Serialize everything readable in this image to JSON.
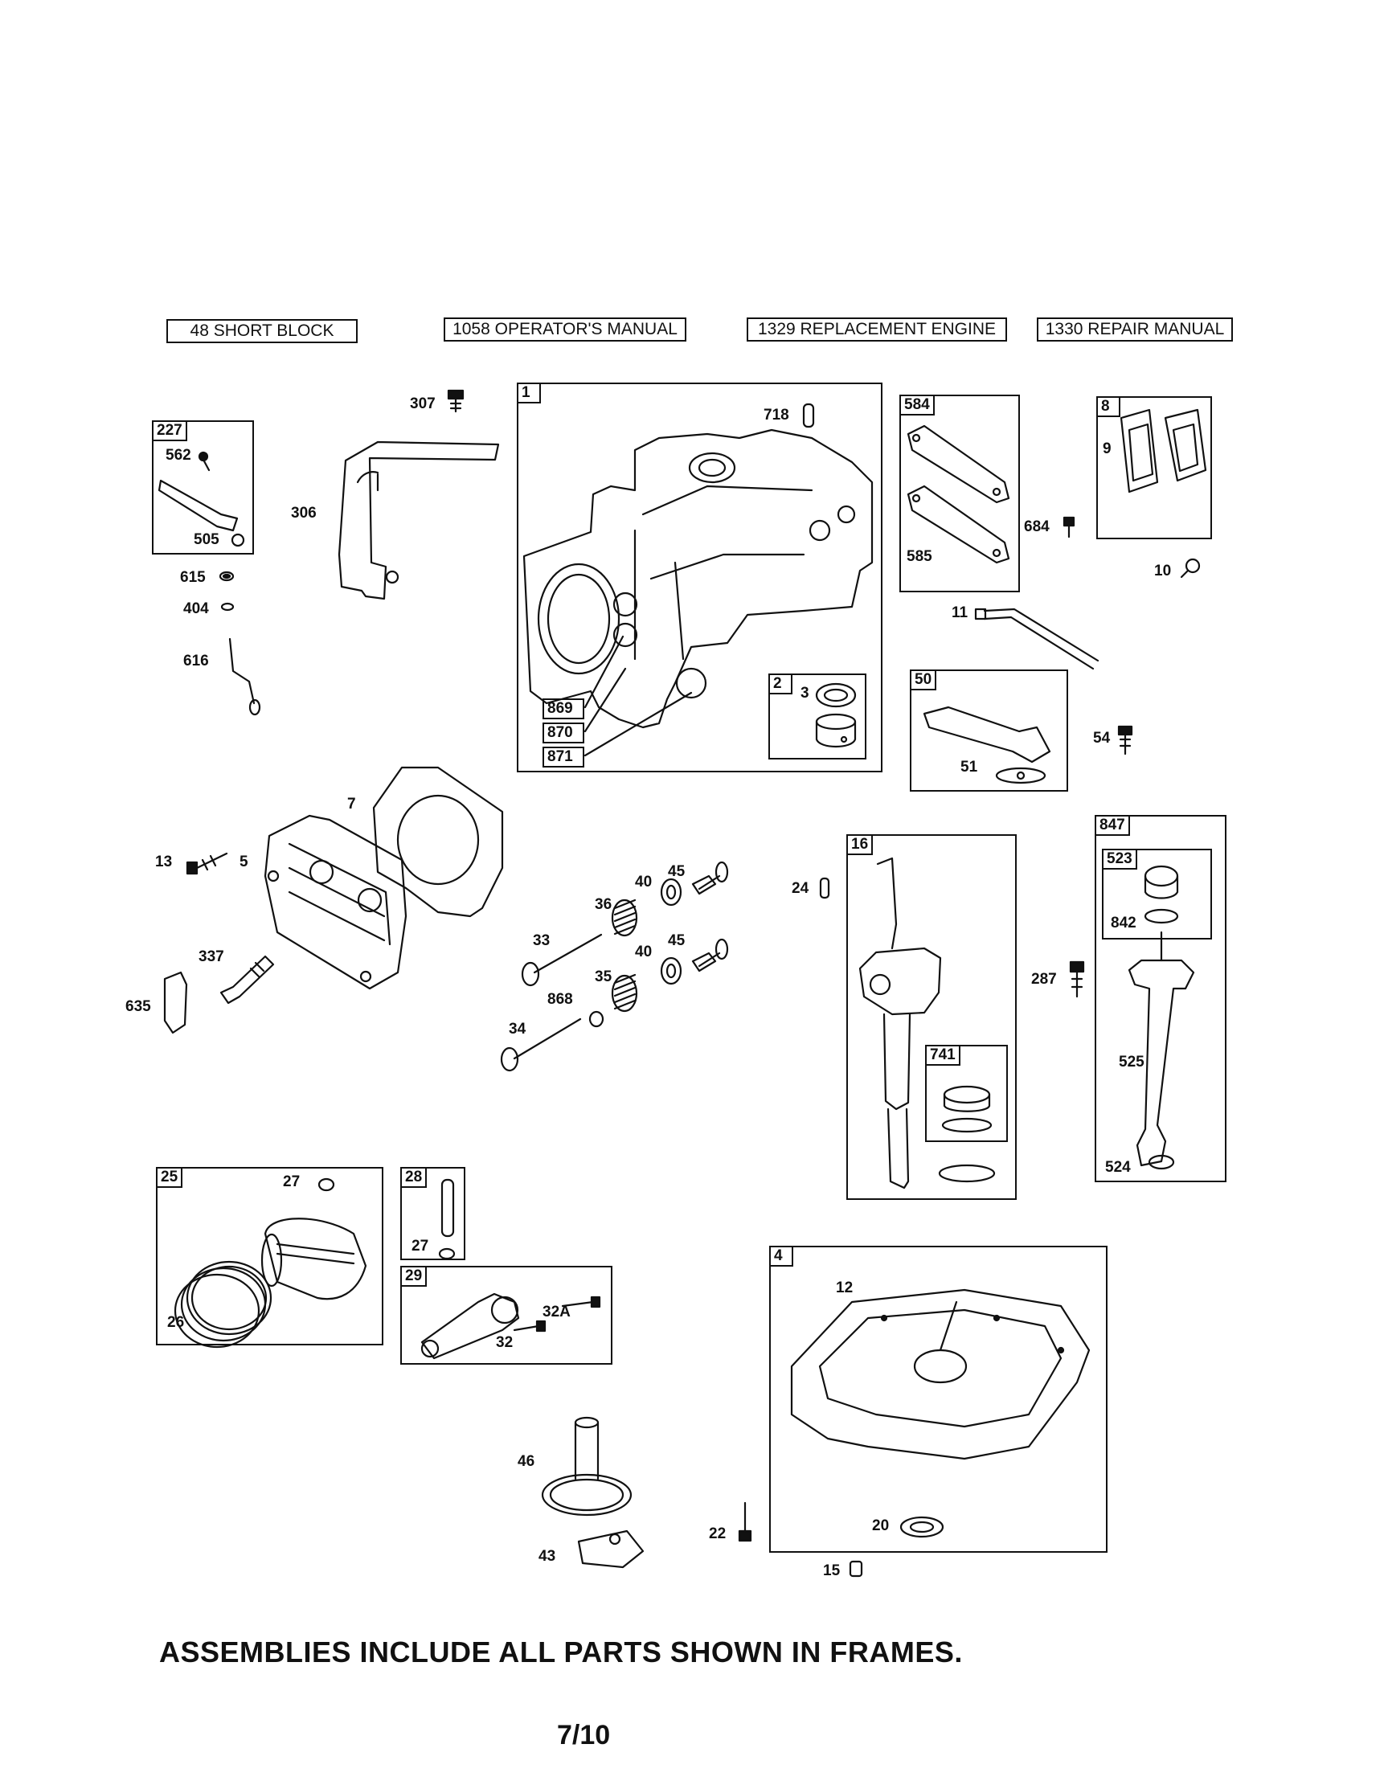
{
  "headers": {
    "short_block": "48 SHORT BLOCK",
    "operators_manual": "1058 OPERATOR'S MANUAL",
    "replacement_engine": "1329 REPLACEMENT ENGINE",
    "repair_manual": "1330 REPAIR MANUAL"
  },
  "frames": {
    "f1": "1",
    "f2": "2",
    "f227": "227",
    "f584": "584",
    "f8": "8",
    "f50": "50",
    "f16": "16",
    "f741": "741",
    "f847": "847",
    "f523": "523",
    "f25": "25",
    "f28": "28",
    "f29": "29",
    "f4": "4",
    "f869": "869",
    "f870": "870",
    "f871": "871"
  },
  "labels": {
    "p307": "307",
    "p718": "718",
    "p562": "562",
    "p505": "505",
    "p306": "306",
    "p615": "615",
    "p404": "404",
    "p616": "616",
    "p684": "684",
    "p585": "585",
    "p9": "9",
    "p10": "10",
    "p11": "11",
    "p3": "3",
    "p51": "51",
    "p54": "54",
    "p7": "7",
    "p13": "13",
    "p5": "5",
    "p337": "337",
    "p635": "635",
    "p40a": "40",
    "p45a": "45",
    "p36": "36",
    "p33": "33",
    "p40b": "40",
    "p45b": "45",
    "p35": "35",
    "p868": "868",
    "p34": "34",
    "p24": "24",
    "p287": "287",
    "p842": "842",
    "p525": "525",
    "p524": "524",
    "p27a": "27",
    "p26": "26",
    "p27b": "27",
    "p32a": "32A",
    "p32": "32",
    "p12": "12",
    "p46": "46",
    "p43": "43",
    "p22": "22",
    "p20": "20",
    "p15": "15"
  },
  "footer": {
    "note": "ASSEMBLIES INCLUDE ALL PARTS SHOWN IN FRAMES.",
    "page": "7/10"
  }
}
